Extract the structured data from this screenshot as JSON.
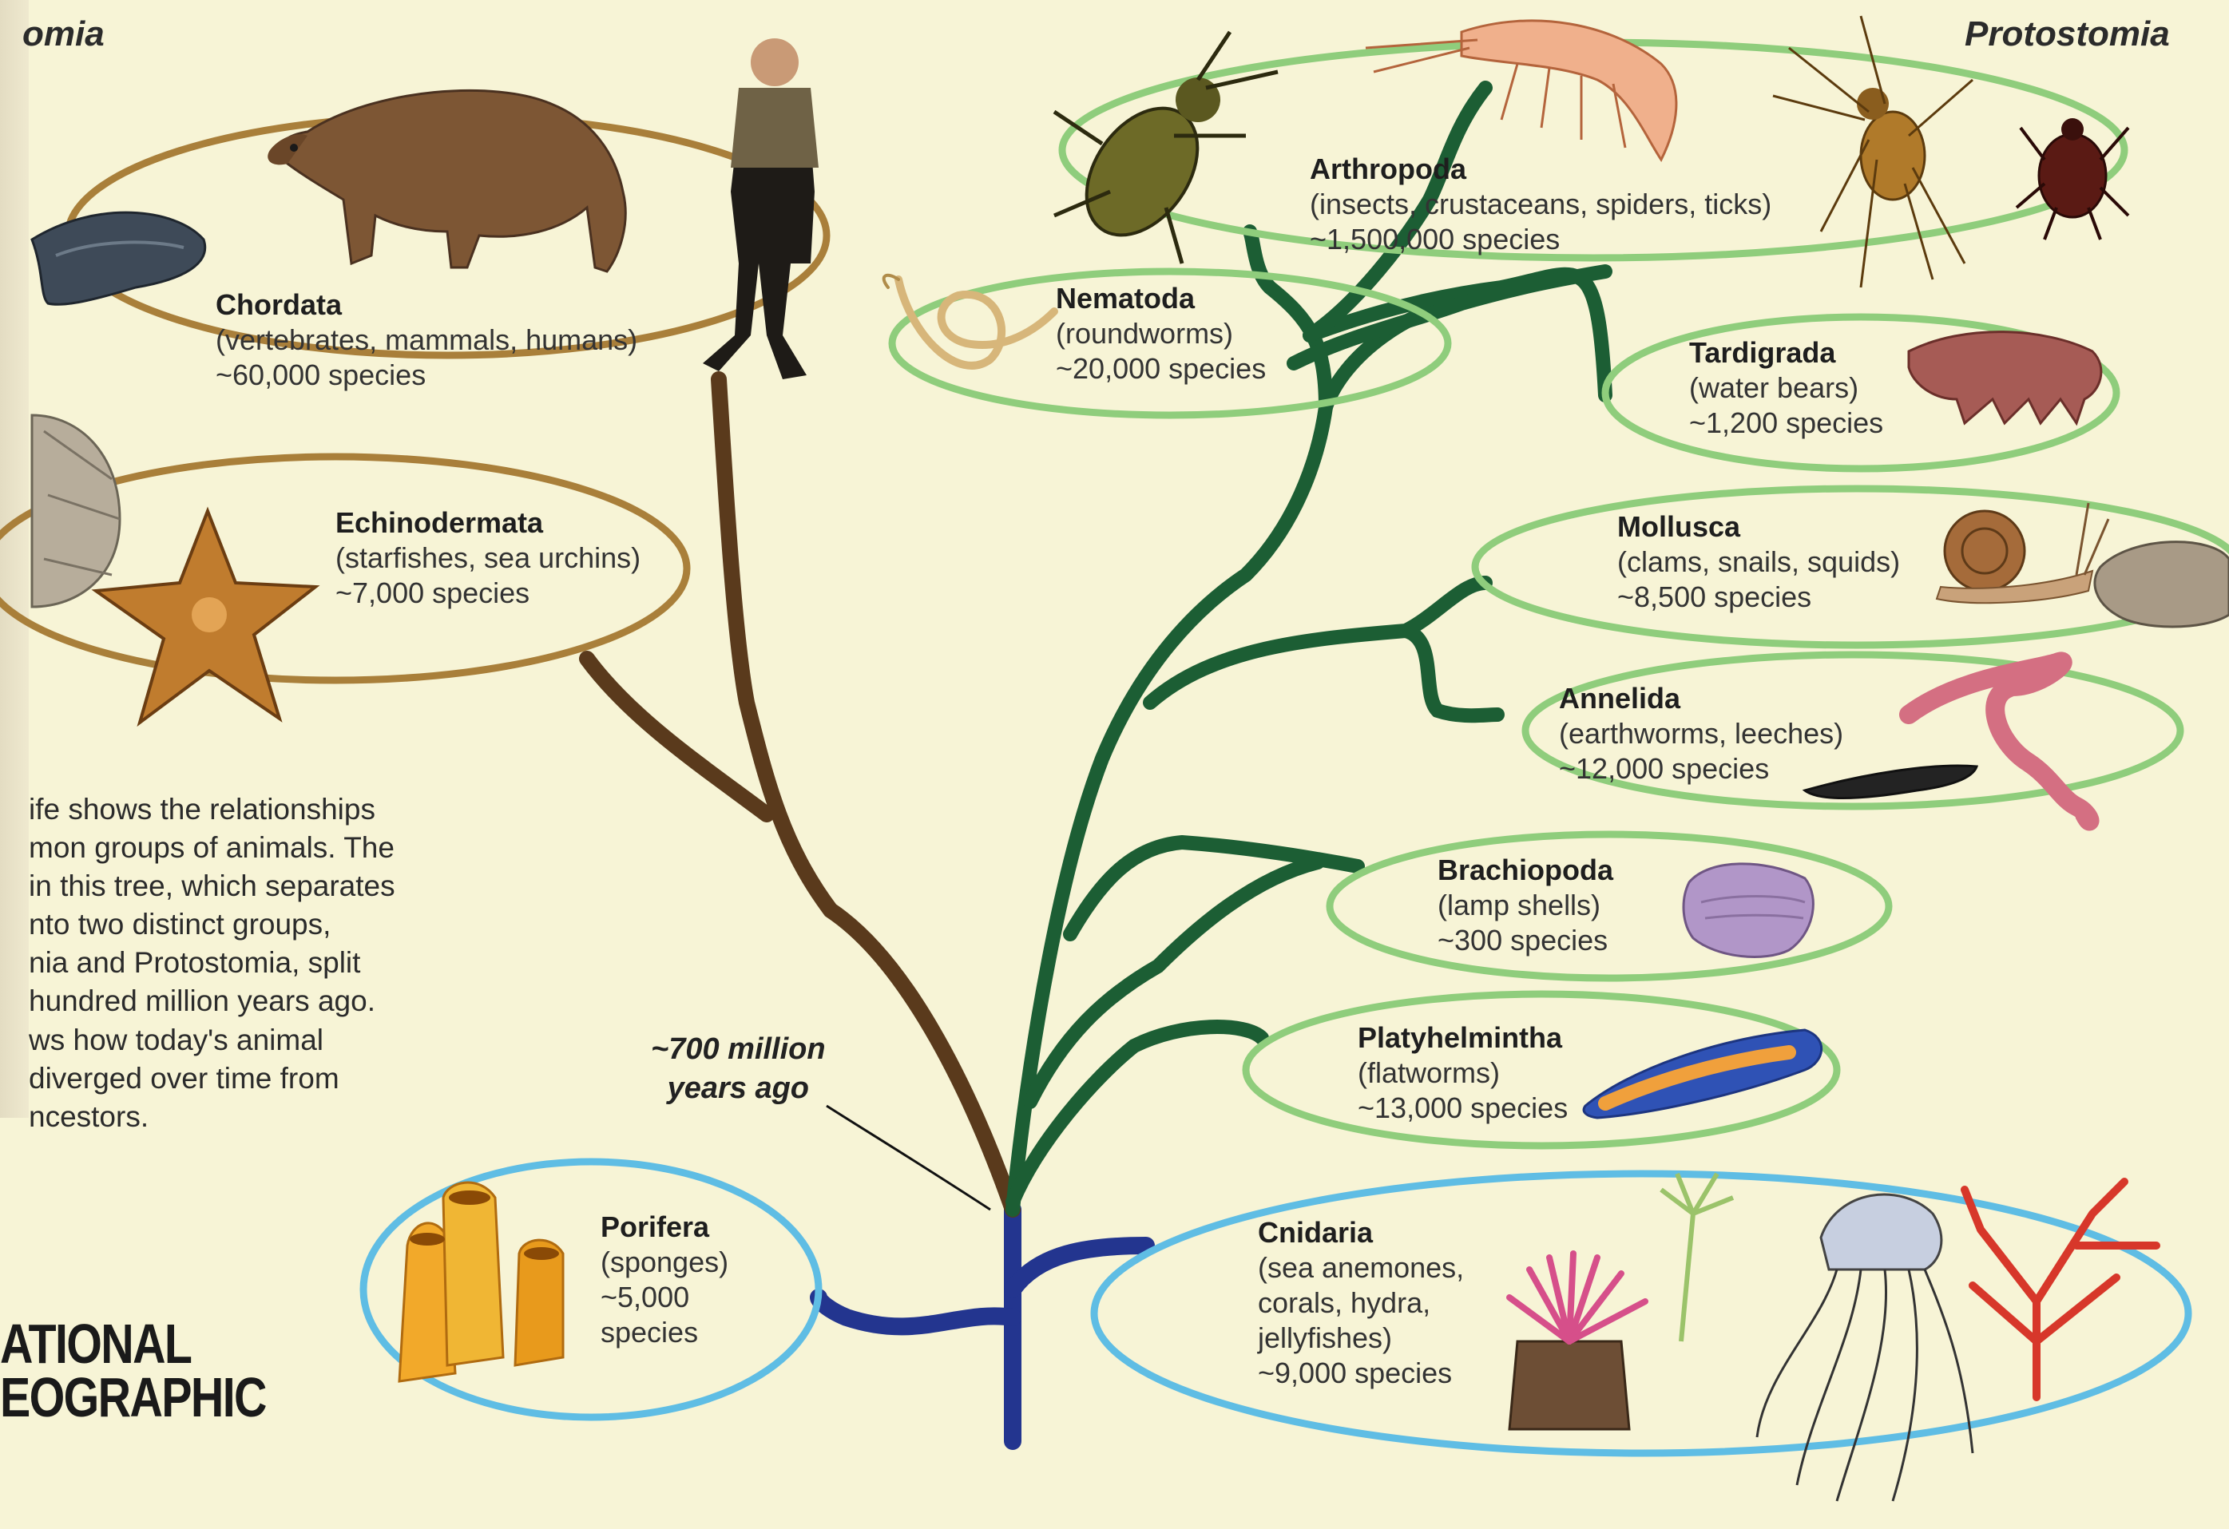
{
  "header": {
    "left_group": "omia",
    "right_group": "Protostomia"
  },
  "timeline": {
    "line1": "~700 million",
    "line2": "years ago"
  },
  "intro": {
    "lines": [
      "ife shows the relationships",
      "mon groups of animals. The",
      " in this tree, which separates",
      "nto two distinct groups,",
      "nia and Protostomia, split",
      "hundred million years ago.",
      "ws how today's animal",
      "diverged over time from",
      "ncestors."
    ]
  },
  "brand": {
    "line1": "ATIONAL",
    "line2": "EOGRAPHIC"
  },
  "colors": {
    "background": "#f7f4d6",
    "deuterostome_branch": "#5a3a1c",
    "deuterostome_ring": "#a97f3a",
    "protostome_branch": "#1c5e34",
    "protostome_ring": "#8fcd7c",
    "root_branch": "#23358f",
    "root_ring": "#5fbde4"
  },
  "groups": {
    "chordata": {
      "name": "Chordata",
      "desc": "(vertebrates, mammals, humans)",
      "count": "~60,000 species"
    },
    "echinodermata": {
      "name": "Echinodermata",
      "desc": "(starfishes, sea urchins)",
      "count": "~7,000 species"
    },
    "arthropoda": {
      "name": "Arthropoda",
      "desc": "(insects, crustaceans, spiders, ticks)",
      "count": "~1,500,000 species"
    },
    "nematoda": {
      "name": "Nematoda",
      "desc": "(roundworms)",
      "count": "~20,000 species"
    },
    "tardigrada": {
      "name": "Tardigrada",
      "desc": "(water bears)",
      "count": "~1,200 species"
    },
    "mollusca": {
      "name": "Mollusca",
      "desc": "(clams, snails, squids)",
      "count": "~8,500 species"
    },
    "annelida": {
      "name": "Annelida",
      "desc": "(earthworms, leeches)",
      "count": "~12,000 species"
    },
    "brachiopoda": {
      "name": "Brachiopoda",
      "desc": "(lamp shells)",
      "count": "~300 species"
    },
    "platyhelmintha": {
      "name": "Platyhelmintha",
      "desc": "(flatworms)",
      "count": "~13,000 species"
    },
    "porifera": {
      "name": "Porifera",
      "desc1": "(sponges)",
      "desc2": "~5,000",
      "desc3": "species"
    },
    "cnidaria": {
      "name": "Cnidaria",
      "desc1": "(sea anemones,",
      "desc2": "corals, hydra,",
      "desc3": "jellyfishes)",
      "count": "~9,000 species"
    }
  },
  "icons": [
    "stingray-icon",
    "bear-icon",
    "human-icon",
    "sea-urchin-icon",
    "starfish-icon",
    "beetle-icon",
    "shrimp-icon",
    "spider-icon",
    "tick-icon",
    "roundworm-icon",
    "tardigrade-icon",
    "snail-icon",
    "clam-icon",
    "earthworm-icon",
    "leech-icon",
    "lamp-shell-icon",
    "flatworm-icon",
    "sponge-icon",
    "sea-anemone-icon",
    "hydra-icon",
    "jellyfish-icon",
    "coral-icon"
  ]
}
